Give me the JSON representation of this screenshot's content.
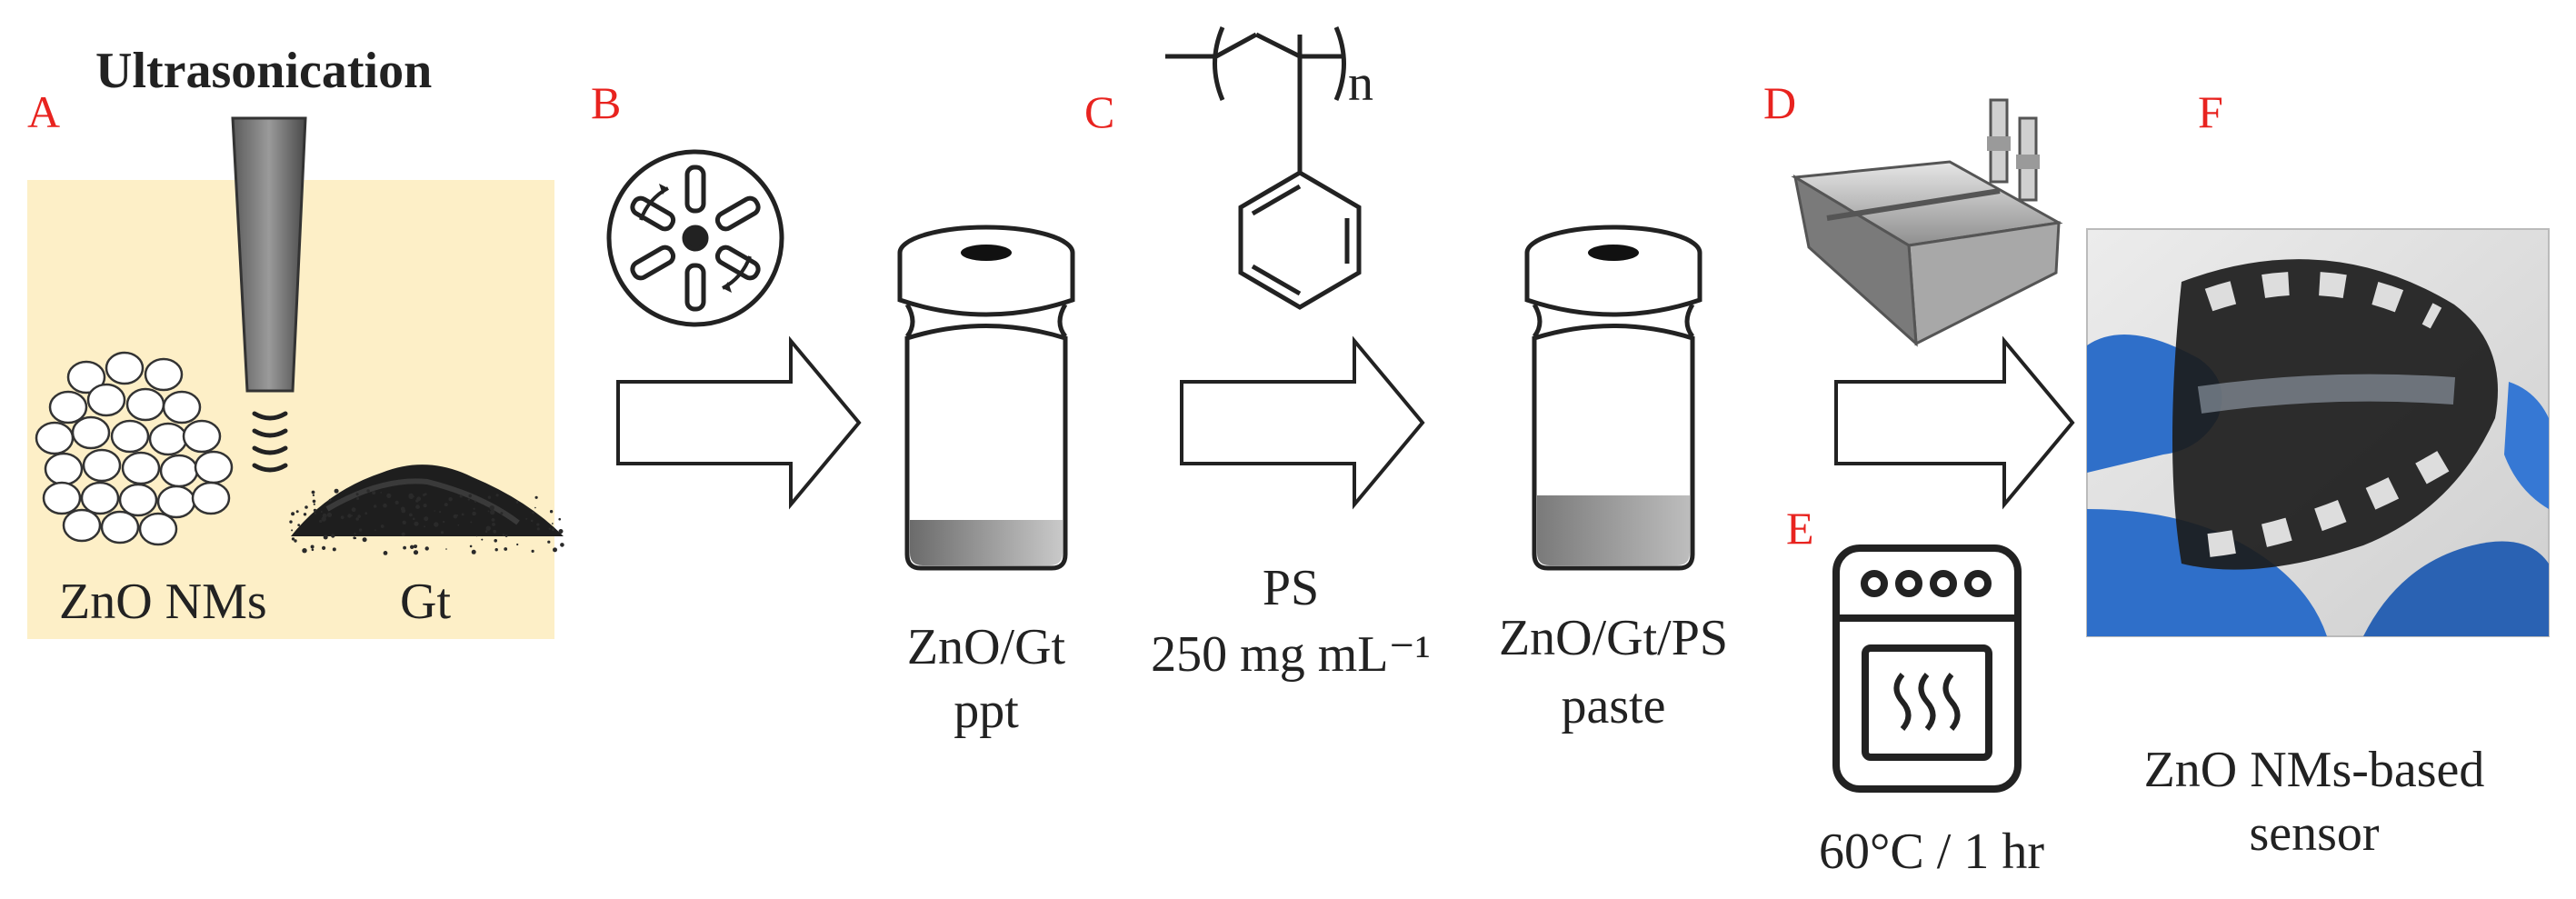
{
  "panels": {
    "a": "A",
    "b": "B",
    "c": "C",
    "d": "D",
    "e": "E",
    "f": "F"
  },
  "labels": {
    "ultrasonication": "Ultrasonication",
    "zno_nms": "ZnO NMs",
    "gt": "Gt",
    "vial1_line1": "ZnO/Gt",
    "vial1_line2": "ppt",
    "ps_line1": "PS",
    "ps_line2": "250 mg mL⁻¹",
    "polymer_subscript": "n",
    "vial2_line1": "ZnO/Gt/PS",
    "vial2_line2": "paste",
    "oven_condition": "60°C / 1 hr",
    "sensor_line1": "ZnO NMs-based",
    "sensor_line2": "sensor"
  },
  "colors": {
    "panel_label": "#e8231f",
    "panel_a_background": "#fdefc7",
    "glove_blue": "#2f6fc9",
    "film_black": "#1c1c1c"
  }
}
